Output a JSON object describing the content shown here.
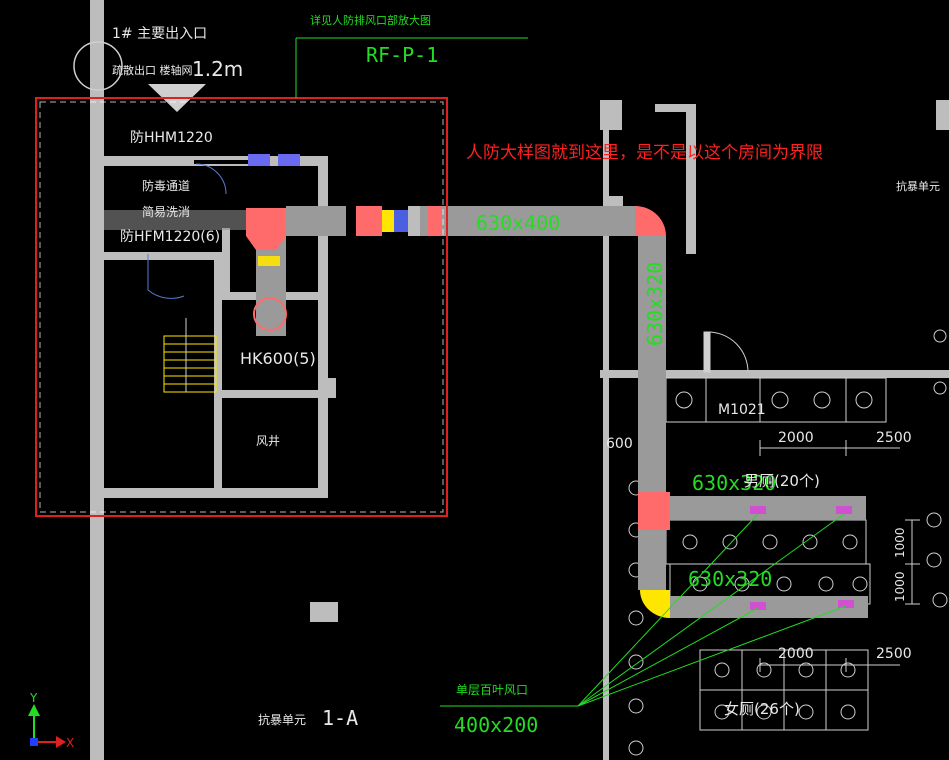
{
  "labels": {
    "entrance": "1# 主要出入口",
    "entrance_sub": "疏散出口 楼轴网",
    "elev": "1.2m",
    "ref_note": "详见人防排风口部放大图",
    "ref_code": "RF-P-1",
    "door_hhm": "防HHM1220",
    "gas_passage": "防毒通道",
    "decon": "简易洗消",
    "door_hfm": "防HFM1220(6)",
    "hk": "HK600(5)",
    "shaft": "风井",
    "annotation": "人防大样图就到这里，是不是以这个房间为界限",
    "unit_right": "抗暴单元",
    "unit_bottom": "抗暴单元",
    "unit_code": "1-A",
    "duct_h": "630x400",
    "duct_v": "630x320",
    "duct_b1": "630x320",
    "duct_b2": "630x320",
    "door_m": "M1021",
    "dim_2000a": "2000",
    "dim_2500a": "2500",
    "dim_2000b": "2000",
    "dim_2500b": "2500",
    "dim_1000a": "1000",
    "dim_1000b": "1000",
    "dim_600": "600",
    "male_toilet": "男厕(20个)",
    "female_toilet": "女厕(26个)",
    "louver_label": "单层百叶风口",
    "louver_size": "400x200",
    "axis_y": "Y",
    "axis_x": "X"
  },
  "colors": {
    "background": "#000000",
    "wall": "#bdbdbd",
    "duct": "#9a9a9a",
    "fitting": "#ff6b6b",
    "green": "#22dd22",
    "annotation_red": "#ff2020",
    "highlight_box": "#e02020",
    "yellow": "#ffe600",
    "magenta": "#d050d0"
  }
}
